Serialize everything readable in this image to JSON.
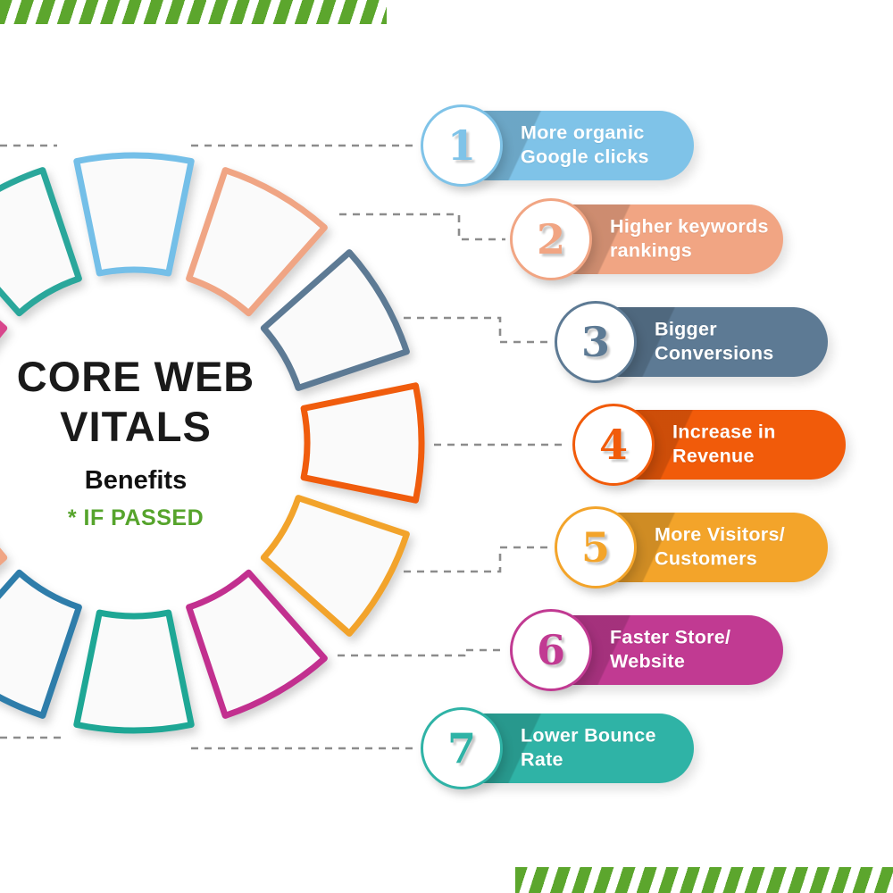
{
  "center": {
    "title_line1": "CORE WEB",
    "title_line2": "VITALS",
    "subtitle": "Benefits",
    "note": "* IF PASSED"
  },
  "benefits": [
    {
      "num": "1",
      "color": "#7fc3e8",
      "lines": [
        "More organic",
        "Google clicks"
      ]
    },
    {
      "num": "2",
      "color": "#f1a583",
      "lines": [
        "Higher keywords",
        "rankings"
      ]
    },
    {
      "num": "3",
      "color": "#5d7a94",
      "lines": [
        "Bigger",
        "Conversions"
      ]
    },
    {
      "num": "4",
      "color": "#f15b0a",
      "lines": [
        "Increase in",
        "Revenue"
      ]
    },
    {
      "num": "5",
      "color": "#f3a42a",
      "lines": [
        "More Visitors/",
        "Customers"
      ]
    },
    {
      "num": "6",
      "color": "#c13a92",
      "lines": [
        "Faster Store/",
        "Website"
      ]
    },
    {
      "num": "7",
      "color": "#2fb3a6",
      "lines": [
        "Lower Bounce",
        "Rate"
      ]
    }
  ],
  "wheel": {
    "segment_fill": "#fafafa",
    "segment_colors": [
      "#74bfe8",
      "#f0a584",
      "#5d7a94",
      "#f05c0d",
      "#f2a32b",
      "#c2308f",
      "#1ea795",
      "#2e7daa",
      "#f0a584",
      "#c2308f",
      "#d8468c",
      "#2aa79b"
    ]
  },
  "decor": {
    "stripe_color": "#5ca62d",
    "connector_color": "#8c8c8c",
    "note_color": "#56a42c"
  }
}
